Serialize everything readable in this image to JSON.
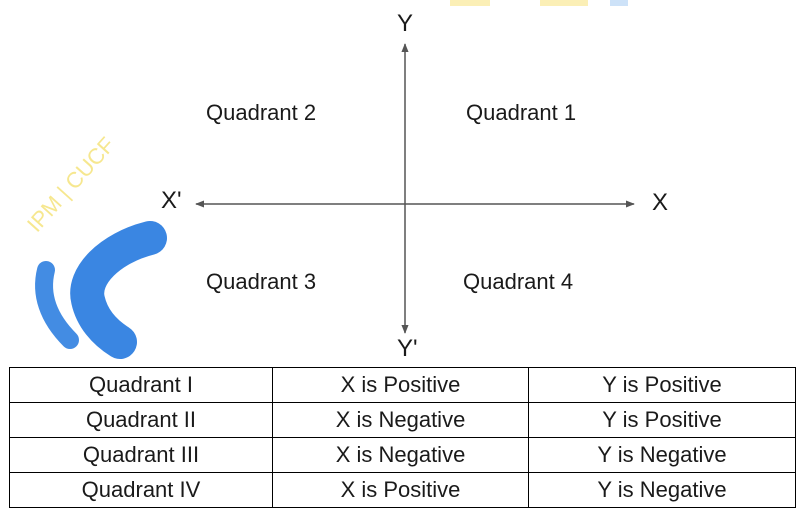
{
  "diagram": {
    "axis_labels": {
      "y": "Y",
      "y_prime": "Y'",
      "x": "X",
      "x_prime": "X'"
    },
    "quadrants": {
      "q1": "Quadrant 1",
      "q2": "Quadrant 2",
      "q3": "Quadrant 3",
      "q4": "Quadrant 4"
    },
    "watermark": {
      "text": "IPM | CUCF",
      "colors": {
        "text": "#f4e06a",
        "logo": "#2f7fe0",
        "logo_top": "#f6d84a"
      }
    }
  },
  "table": {
    "rows": [
      [
        "Quadrant I",
        "X is Positive",
        "Y is Positive"
      ],
      [
        "Quadrant II",
        "X is Negative",
        "Y is Positive"
      ],
      [
        "Quadrant III",
        "X is Negative",
        "Y is Negative"
      ],
      [
        "Quadrant IV",
        "X is Positive",
        "Y is Negative"
      ]
    ]
  }
}
